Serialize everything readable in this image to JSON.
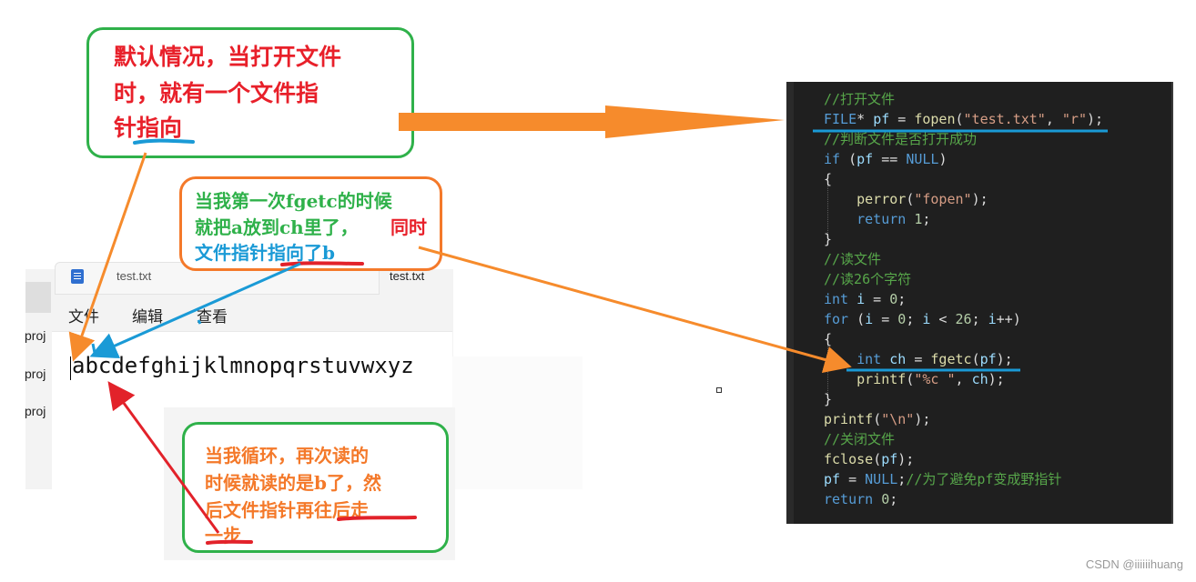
{
  "notes": {
    "top_left": [
      "默认情况，当打开文件",
      "时，就有一个文件指",
      "针指向"
    ],
    "middle": {
      "line1": "当我第一次fgetc的时候",
      "line2_a": "就把a放到ch里了，",
      "line2_b": "同时",
      "line3": "文件指针指向了b"
    },
    "bottom": [
      "当我循环，再次读的",
      "时候就读的是b了，然",
      "后文件指针再往后走",
      "一步"
    ]
  },
  "notepad": {
    "tab_title": "test.txt",
    "tab2_title": "test.txt",
    "menu": [
      "文件",
      "编辑",
      "查看"
    ],
    "content": "abcdefghijklmnopqrstuvwxyz",
    "side_items": [
      "proj",
      "proj",
      "proj"
    ]
  },
  "code": [
    {
      "parts": [
        {
          "t": "//打开文件",
          "c": "com"
        }
      ]
    },
    {
      "parts": [
        {
          "t": "FILE",
          "c": "kw"
        },
        {
          "t": "* ",
          "c": "plain"
        },
        {
          "t": "pf",
          "c": "var"
        },
        {
          "t": " = ",
          "c": "plain"
        },
        {
          "t": "fopen",
          "c": "fn"
        },
        {
          "t": "(",
          "c": "plain"
        },
        {
          "t": "\"test.txt\"",
          "c": "str"
        },
        {
          "t": ", ",
          "c": "plain"
        },
        {
          "t": "\"r\"",
          "c": "str"
        },
        {
          "t": ");",
          "c": "plain"
        }
      ]
    },
    {
      "parts": [
        {
          "t": "//判断文件是否打开成功",
          "c": "com"
        }
      ]
    },
    {
      "parts": [
        {
          "t": "if",
          "c": "kw"
        },
        {
          "t": " (",
          "c": "plain"
        },
        {
          "t": "pf",
          "c": "var"
        },
        {
          "t": " == ",
          "c": "plain"
        },
        {
          "t": "NULL",
          "c": "kw"
        },
        {
          "t": ")",
          "c": "plain"
        }
      ]
    },
    {
      "parts": [
        {
          "t": "{",
          "c": "plain"
        }
      ]
    },
    {
      "parts": [
        {
          "t": "    ",
          "c": "plain"
        },
        {
          "t": "perror",
          "c": "fn"
        },
        {
          "t": "(",
          "c": "plain"
        },
        {
          "t": "\"fopen\"",
          "c": "str"
        },
        {
          "t": ");",
          "c": "plain"
        }
      ]
    },
    {
      "parts": [
        {
          "t": "    ",
          "c": "plain"
        },
        {
          "t": "return",
          "c": "kw"
        },
        {
          "t": " ",
          "c": "plain"
        },
        {
          "t": "1",
          "c": "num"
        },
        {
          "t": ";",
          "c": "plain"
        }
      ]
    },
    {
      "parts": [
        {
          "t": "}",
          "c": "plain"
        }
      ]
    },
    {
      "parts": [
        {
          "t": "//读文件",
          "c": "com"
        }
      ]
    },
    {
      "parts": [
        {
          "t": "//读26个字符",
          "c": "com"
        }
      ]
    },
    {
      "parts": [
        {
          "t": "int",
          "c": "kw"
        },
        {
          "t": " ",
          "c": "plain"
        },
        {
          "t": "i",
          "c": "var"
        },
        {
          "t": " = ",
          "c": "plain"
        },
        {
          "t": "0",
          "c": "num"
        },
        {
          "t": ";",
          "c": "plain"
        }
      ]
    },
    {
      "parts": [
        {
          "t": "for",
          "c": "kw"
        },
        {
          "t": " (",
          "c": "plain"
        },
        {
          "t": "i",
          "c": "var"
        },
        {
          "t": " = ",
          "c": "plain"
        },
        {
          "t": "0",
          "c": "num"
        },
        {
          "t": "; ",
          "c": "plain"
        },
        {
          "t": "i",
          "c": "var"
        },
        {
          "t": " < ",
          "c": "plain"
        },
        {
          "t": "26",
          "c": "num"
        },
        {
          "t": "; ",
          "c": "plain"
        },
        {
          "t": "i",
          "c": "var"
        },
        {
          "t": "++)",
          "c": "plain"
        }
      ]
    },
    {
      "parts": [
        {
          "t": "{",
          "c": "plain"
        }
      ]
    },
    {
      "parts": [
        {
          "t": "    ",
          "c": "plain"
        },
        {
          "t": "int",
          "c": "kw"
        },
        {
          "t": " ",
          "c": "plain"
        },
        {
          "t": "ch",
          "c": "var"
        },
        {
          "t": " = ",
          "c": "plain"
        },
        {
          "t": "fgetc",
          "c": "fn"
        },
        {
          "t": "(",
          "c": "plain"
        },
        {
          "t": "pf",
          "c": "var"
        },
        {
          "t": ");",
          "c": "plain"
        }
      ]
    },
    {
      "parts": [
        {
          "t": "    ",
          "c": "plain"
        },
        {
          "t": "printf",
          "c": "fn"
        },
        {
          "t": "(",
          "c": "plain"
        },
        {
          "t": "\"%c \"",
          "c": "str"
        },
        {
          "t": ", ",
          "c": "plain"
        },
        {
          "t": "ch",
          "c": "var"
        },
        {
          "t": ");",
          "c": "plain"
        }
      ]
    },
    {
      "parts": [
        {
          "t": "}",
          "c": "plain"
        }
      ]
    },
    {
      "parts": [
        {
          "t": "printf",
          "c": "fn"
        },
        {
          "t": "(",
          "c": "plain"
        },
        {
          "t": "\"\\n\"",
          "c": "str"
        },
        {
          "t": ");",
          "c": "plain"
        }
      ]
    },
    {
      "parts": [
        {
          "t": "//关闭文件",
          "c": "com"
        }
      ]
    },
    {
      "parts": [
        {
          "t": "fclose",
          "c": "fn"
        },
        {
          "t": "(",
          "c": "plain"
        },
        {
          "t": "pf",
          "c": "var"
        },
        {
          "t": ");",
          "c": "plain"
        }
      ]
    },
    {
      "parts": [
        {
          "t": "pf",
          "c": "var"
        },
        {
          "t": " = ",
          "c": "plain"
        },
        {
          "t": "NULL",
          "c": "kw"
        },
        {
          "t": ";",
          "c": "plain"
        },
        {
          "t": "//为了避免pf变成野指针",
          "c": "com"
        }
      ]
    },
    {
      "parts": [
        {
          "t": "return",
          "c": "kw"
        },
        {
          "t": " ",
          "c": "plain"
        },
        {
          "t": "0",
          "c": "num"
        },
        {
          "t": ";",
          "c": "plain"
        }
      ]
    }
  ],
  "watermark": "CSDN @iiiiiihuang",
  "colors": {
    "note_red": "#e8202a",
    "note_blue": "#1a9ad6",
    "note_orange": "#f4792a",
    "box_green": "#2fb14a",
    "box_orange": "#f4792a",
    "arrow_orange": "#f68b2c",
    "arrow_blue": "#1a9ad6",
    "arrow_red": "#e2222a"
  }
}
